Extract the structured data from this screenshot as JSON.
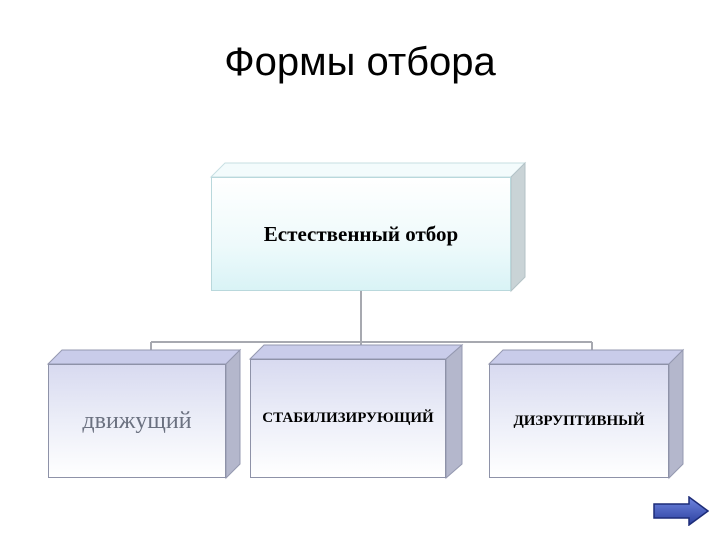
{
  "title": "Формы отбора",
  "root": {
    "label": "Естественный отбор"
  },
  "children": [
    {
      "label": "движущий"
    },
    {
      "label": "СТАБИЛИЗИРУЮЩИЙ"
    },
    {
      "label": "ДИЗРУПТИВНЫЙ"
    }
  ],
  "navigation": {
    "next_icon": "arrow-right-icon",
    "accent": "#3f57b8"
  }
}
